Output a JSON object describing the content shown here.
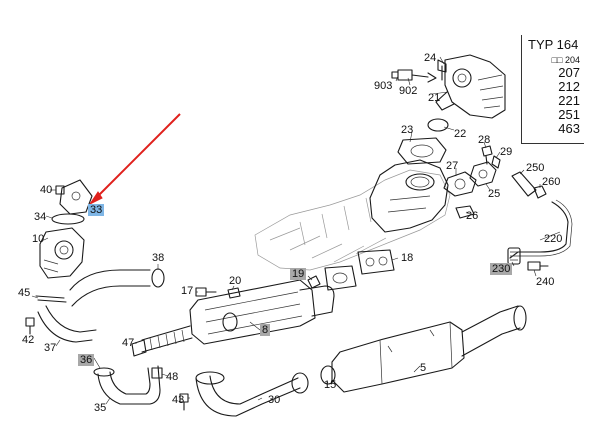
{
  "type_box": {
    "title": "TYP 164",
    "items": [
      "□□ 204",
      "207",
      "212",
      "221",
      "251",
      "463"
    ]
  },
  "labels": {
    "p5": "5",
    "p8": "8",
    "p10": "10",
    "p15": "15",
    "p17": "17",
    "p18": "18",
    "p19": "19",
    "p20": "20",
    "p21": "21",
    "p22": "22",
    "p23": "23",
    "p24": "24",
    "p25": "25",
    "p26": "26",
    "p27": "27",
    "p28": "28",
    "p29": "29",
    "p30": "30",
    "p33": "33",
    "p34": "34",
    "p35": "35",
    "p36": "36",
    "p37": "37",
    "p38": "38",
    "p40": "40",
    "p42": "42",
    "p43": "43",
    "p45": "45",
    "p47": "47",
    "p48": "48",
    "p220": "220",
    "p230": "230",
    "p240": "240",
    "p250": "250",
    "p260": "260",
    "p902": "902",
    "p903": "903"
  },
  "colors": {
    "highlight_blue": "#7fb6e6",
    "highlight_gray": "#a8a8a8",
    "pointer_arrow": "#e0201c"
  }
}
